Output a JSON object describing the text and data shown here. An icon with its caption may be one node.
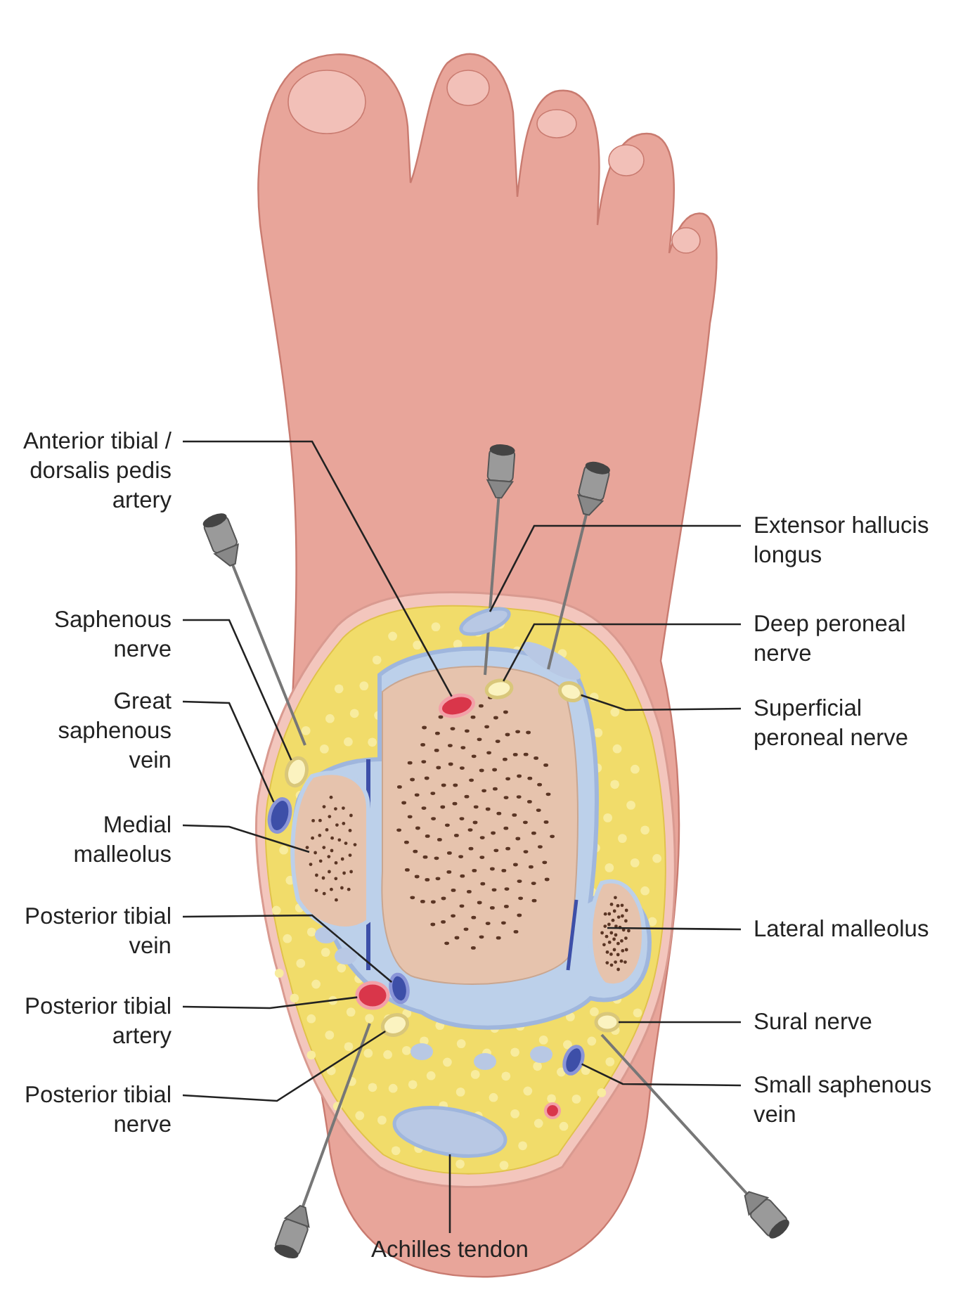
{
  "diagram": {
    "nodes": [
      {
        "text": [
          "Anterior tibial / dorsalis pedis artery"
        ]
      },
      {
        "text": [
          "Extensor hallucis longus"
        ]
      },
      {
        "text": [
          "Deep peroneal nerve"
        ]
      },
      {
        "text": [
          "Superficial peroneal nerve"
        ]
      },
      {
        "text": [
          "Saphenous nerve"
        ]
      },
      {
        "text": [
          "Great saphenous vein"
        ]
      },
      {
        "text": [
          "Medial malleolus"
        ]
      },
      {
        "text": [
          "Posterior tibial vein"
        ]
      },
      {
        "text": [
          "Posterior tibial artery"
        ]
      },
      {
        "text": [
          "Posterior tibial nerve"
        ]
      },
      {
        "text": [
          "Lateral malleolus"
        ]
      },
      {
        "text": [
          "Sural nerve"
        ]
      },
      {
        "text": [
          "Small saphenous vein"
        ]
      },
      {
        "text": [
          "Achilles tendon"
        ]
      },
      {
        "text": [],
        "shape": "circle"
      },
      {
        "text": [],
        "shape": "picture"
      },
      {
        "text": [],
        "shape": "circle"
      },
      {
        "text": [],
        "shape": "circle"
      },
      {
        "text": [],
        "shape": "circle"
      },
      {
        "text": [],
        "shape": "circle"
      },
      {
        "text": [],
        "shape": "picture"
      },
      {
        "text": [],
        "shape": "circle"
      },
      {
        "text": [],
        "shape": "circle"
      },
      {
        "text": [],
        "shape": "circle"
      },
      {
        "text": [],
        "shape": "picture"
      },
      {
        "text": [],
        "shape": "circle"
      },
      {
        "text": [],
        "shape": "circle"
      },
      {
        "text": [],
        "shape": "picture"
      }
    ],
    "edges": [
      {
        "from": 0,
        "to": 14,
        "arrow": "none"
      },
      {
        "from": 1,
        "to": 15,
        "arrow": "none"
      },
      {
        "from": 2,
        "to": 16,
        "arrow": "none"
      },
      {
        "from": 3,
        "to": 17,
        "arrow": "none"
      },
      {
        "from": 4,
        "to": 18,
        "arrow": "none"
      },
      {
        "from": 5,
        "to": 19,
        "arrow": "none"
      },
      {
        "from": 6,
        "to": 20,
        "arrow": "none"
      },
      {
        "from": 7,
        "to": 21,
        "arrow": "none"
      },
      {
        "from": 8,
        "to": 22,
        "arrow": "none"
      },
      {
        "from": 9,
        "to": 23,
        "arrow": "none"
      },
      {
        "from": 10,
        "to": 24,
        "arrow": "none"
      },
      {
        "from": 11,
        "to": 25,
        "arrow": "none"
      },
      {
        "from": 12,
        "to": 26,
        "arrow": "none"
      },
      {
        "from": 13,
        "to": 27,
        "arrow": "none"
      }
    ]
  }
}
